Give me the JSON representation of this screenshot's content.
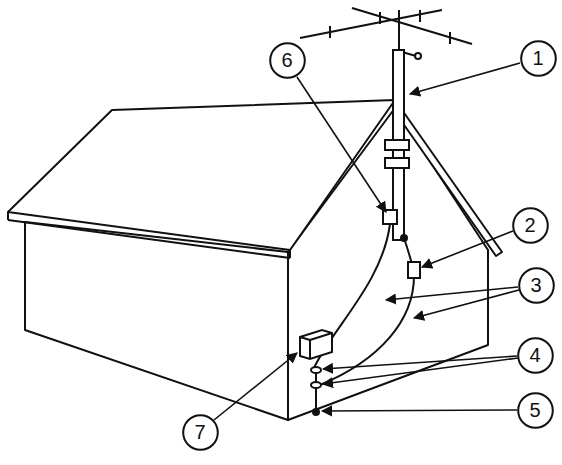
{
  "diagram": {
    "nodes": [
      {
        "text": [
          "6"
        ]
      },
      {
        "text": [
          "1"
        ]
      },
      {
        "text": [
          "2"
        ]
      },
      {
        "text": [
          "3"
        ]
      },
      {
        "text": [
          "4"
        ]
      },
      {
        "text": [
          "5"
        ]
      },
      {
        "text": [
          "7"
        ]
      }
    ]
  }
}
